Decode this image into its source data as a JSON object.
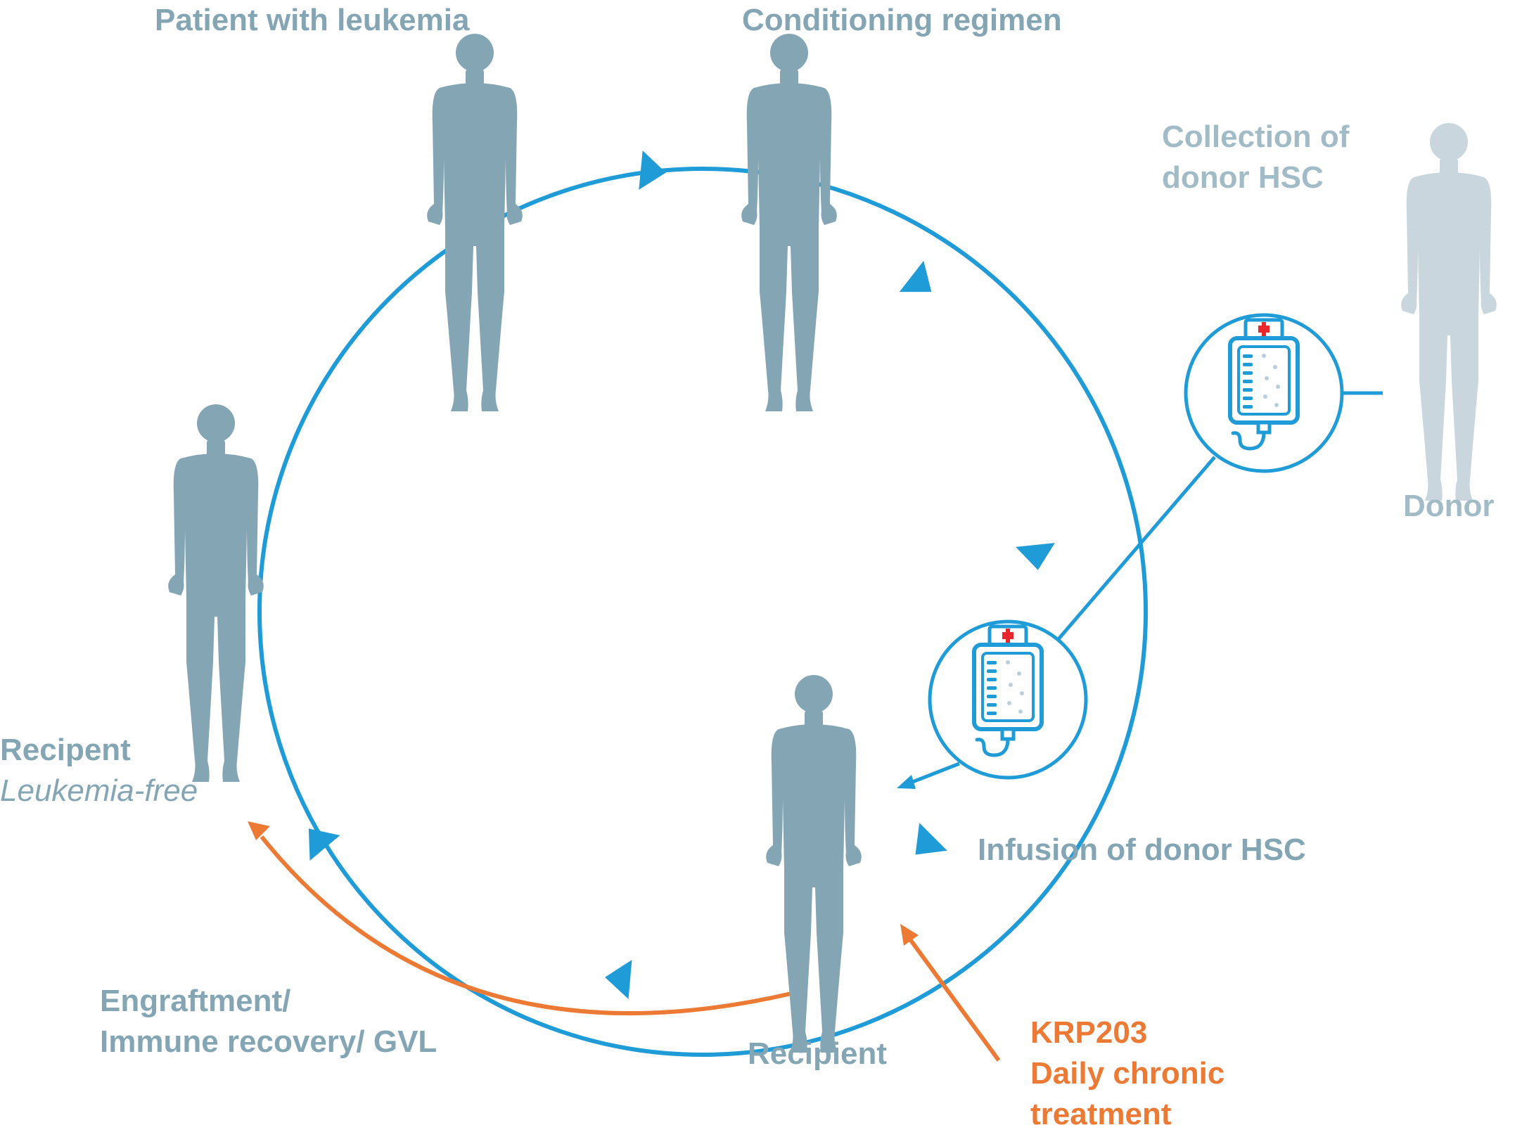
{
  "colors": {
    "cycle": "#1f9bd7",
    "patient": "#84a6b4",
    "donor": "#c9d6dd",
    "treatment": "#ec7a34",
    "text": "#84a6b4",
    "text_light": "#a2bcc7",
    "bag_cross": "#e8262b"
  },
  "labels": {
    "patient": "Patient with leukemia",
    "conditioning": "Conditioning regimen",
    "collection": [
      "Collection of",
      "donor HSC"
    ],
    "donor": "Donor",
    "infusion": "Infusion of donor HSC",
    "recipient_free": "Recipent",
    "recipient_free_status": "Leukemia-free",
    "recipient": "Recipient",
    "engraftment": [
      "Engraftment/",
      "Immune recovery/ GVL"
    ],
    "treatment": [
      "KRP203",
      "Daily chronic",
      "treatment"
    ]
  },
  "icons": {
    "person": "human-silhouette-icon",
    "bag": "iv-bag-icon"
  }
}
